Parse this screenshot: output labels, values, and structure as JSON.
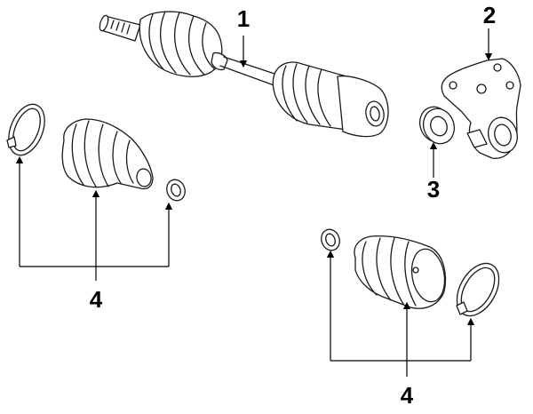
{
  "callouts": {
    "axle_shaft": "1",
    "bracket": "2",
    "bearing": "3",
    "inner_boot_kit": "4",
    "outer_boot_kit": "4"
  },
  "colors": {
    "line": "#1a1a1a",
    "background": "#ffffff"
  }
}
